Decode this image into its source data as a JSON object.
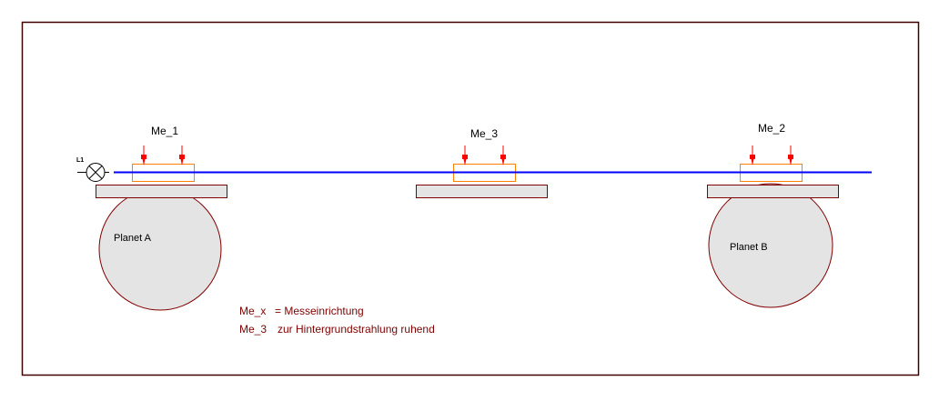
{
  "diagram": {
    "frame_color": "#400000",
    "beam_color": "#0000ff",
    "box_color": "#ff8000",
    "arrow_color": "#ff0000",
    "body_stroke": "#800000",
    "body_fill": "#e4e4e4",
    "lamp": {
      "label": "L1"
    },
    "devices": [
      {
        "id": "me1",
        "label": "Me_1"
      },
      {
        "id": "me3",
        "label": "Me_3"
      },
      {
        "id": "me2",
        "label": "Me_2"
      }
    ],
    "planets": [
      {
        "id": "planet-a",
        "label": "Planet A"
      },
      {
        "id": "planet-b",
        "label": "Planet B"
      }
    ],
    "legend": [
      {
        "key": "Me_x",
        "text": "= Messeinrichtung"
      },
      {
        "key": "Me_3",
        "text": "zur Hintergrundstrahlung ruhend"
      }
    ]
  }
}
